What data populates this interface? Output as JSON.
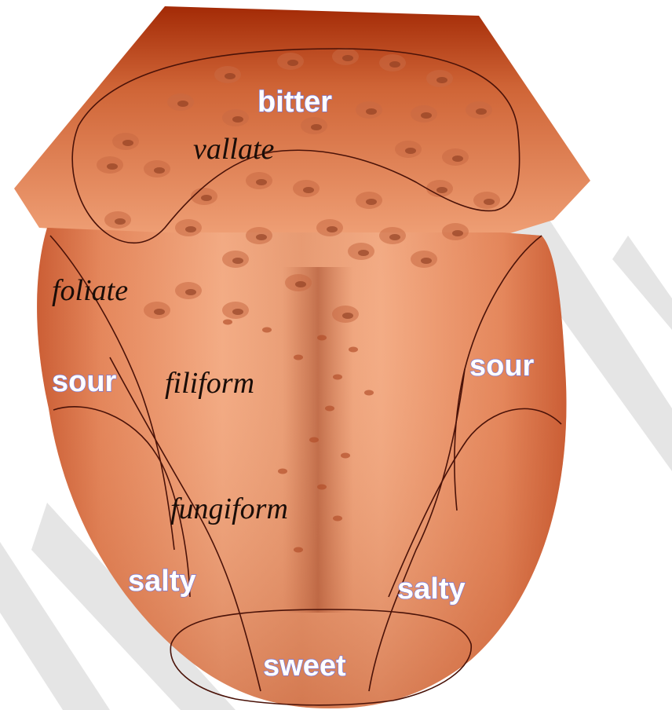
{
  "diagram": {
    "taste_regions": {
      "bitter": "bitter",
      "sour_left": "sour",
      "sour_right": "sour",
      "salty_left": "salty",
      "salty_right": "salty",
      "sweet": "sweet"
    },
    "papillae": {
      "vallate": "vallate",
      "foliate": "foliate",
      "filiform": "filiform",
      "fungiform": "fungiform"
    },
    "colors": {
      "tongue_light": "#f2a77e",
      "tongue_mid": "#e2794a",
      "tongue_dark": "#b23a14",
      "root_dark": "#9c2606",
      "outline": "#4a1208",
      "watermark": "#e5e5e5"
    }
  }
}
